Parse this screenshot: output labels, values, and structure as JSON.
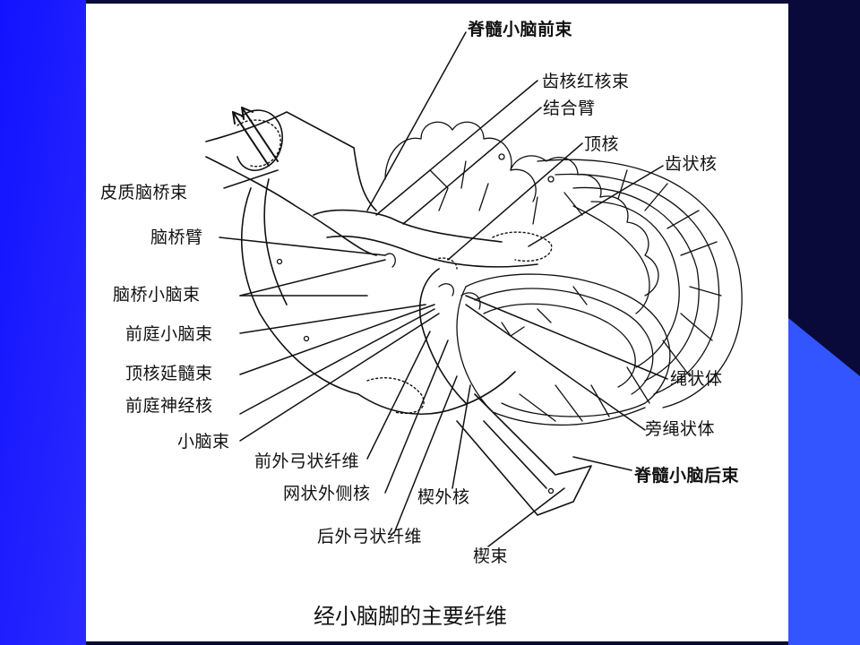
{
  "caption": "经小脑脚的主要纤维",
  "labels": {
    "spinocerebellar_anterior": "脊髓小脑前束",
    "dentatorubral": "齿核红核束",
    "brachium_conjunctivum": "结合臂",
    "fastigial_nucleus": "顶核",
    "dentate_nucleus": "齿状核",
    "corticopontine": "皮质脑桥束",
    "brachium_pontis": "脑桥臂",
    "pontocerebellar": "脑桥小脑束",
    "vestibulocerebellar": "前庭小脑束",
    "fastigiobulbar": "顶核延髓束",
    "vestibular_nucleus": "前庭神经核",
    "cerebellar_tract": "小脑束",
    "anterior_external_arcuate": "前外弓状纤维",
    "lateral_reticular_nucleus": "网状外侧核",
    "cuneate_accessory_nucleus": "楔外核",
    "posterior_external_arcuate": "后外弓状纤维",
    "cuneate_fasciculus": "楔束",
    "restiform_body": "绳状体",
    "juxtarestiform_body": "旁绳状体",
    "spinocerebellar_posterior": "脊髓小脑后束"
  },
  "colors": {
    "panel": "#ffffff",
    "border_blue": "#1a1aff",
    "dark_navy": "#0a0a3a",
    "ink": "#111111"
  }
}
